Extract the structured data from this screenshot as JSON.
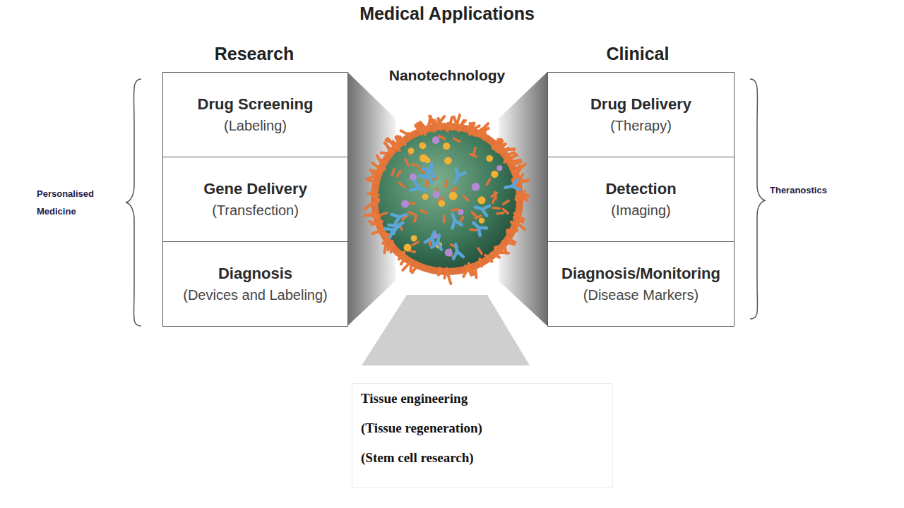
{
  "diagram": {
    "title": "Medical Applications",
    "nodes": [
      {
        "text": [
          "Drug Screening",
          "(Labeling)"
        ]
      },
      {
        "text": [
          "Drug Delivery",
          "(Therapy)"
        ]
      },
      {
        "text": [
          "Gene Delivery",
          "(Transfection)"
        ]
      },
      {
        "text": [
          "Detection",
          "(Imaging)"
        ]
      },
      {
        "text": [
          "Diagnosis",
          "(Devices and Labeling)"
        ]
      },
      {
        "text": [
          "Diagnosis/Monitoring",
          "(Disease Markers)"
        ]
      },
      {
        "text": [
          "Tissue engineering",
          "(Tissue regeneration)",
          "(Stem cell research)"
        ]
      }
    ],
    "labels": [
      "Research",
      "Clinical",
      "Nanotechnology",
      "Personalised Medicine",
      "Theranostics"
    ]
  }
}
